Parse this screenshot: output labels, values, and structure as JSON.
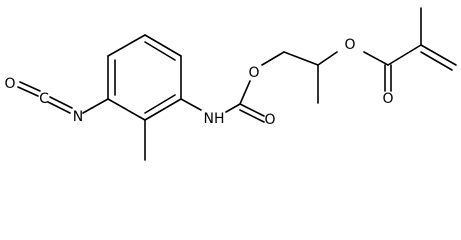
{
  "structure": {
    "atom_labels": {
      "isocyanate_o": "O",
      "isocyanate_c": "C",
      "isocyanate_n": "N",
      "carbamate_nh": "NH",
      "carbamate_carbonyl_o": "O",
      "carbamate_ester_o": "O",
      "methacrylate_ester_o": "O",
      "methacrylate_carbonyl_o": "O"
    }
  }
}
